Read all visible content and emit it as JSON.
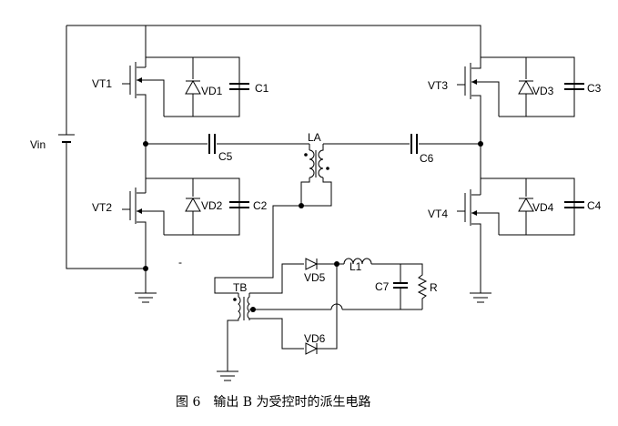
{
  "labels": {
    "vin": "Vin",
    "vt1": "VT1",
    "vt2": "VT2",
    "vt3": "VT3",
    "vt4": "VT4",
    "vd1": "VD1",
    "vd2": "VD2",
    "vd3": "VD3",
    "vd4": "VD4",
    "c1": "C1",
    "c2": "C2",
    "c3": "C3",
    "c4": "C4",
    "c5": "C5",
    "c6": "C6",
    "c7": "C7",
    "la": "LA",
    "tb": "TB",
    "vd5": "VD5",
    "vd6": "VD6",
    "l1": "L1",
    "r": "R",
    "minus": "-"
  },
  "caption": "图 6　输出 B 为受控时的派生电路"
}
